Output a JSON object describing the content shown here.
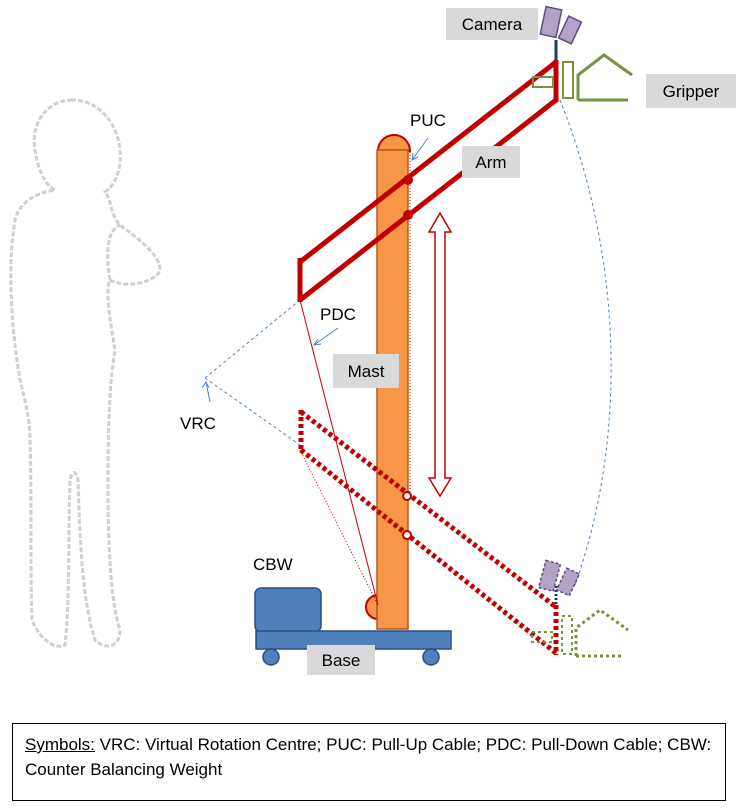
{
  "labels": {
    "camera": "Camera",
    "gripper": "Gripper",
    "puc": "PUC",
    "arm": "Arm",
    "pdc": "PDC",
    "mast": "Mast",
    "vrc": "VRC",
    "cbw": "CBW",
    "base": "Base"
  },
  "legend": {
    "header": "Symbols:",
    "text": " VRC: Virtual Rotation Centre; PUC: Pull-Up Cable; PDC: Pull-Down Cable; CBW: Counter Balancing Weight"
  },
  "colors": {
    "arm": "#c00000",
    "mast": "#f79646",
    "mast_border": "#b05a15",
    "base": "#4f81bd",
    "base_border": "#2c4f7c",
    "camera": "#b3a2c7",
    "camera_border": "#604a7b",
    "gripper": "#77933c",
    "label_box": "#d9d9d9",
    "cable_guide": "#4f81bd",
    "silhouette": "#d0d0d0"
  }
}
